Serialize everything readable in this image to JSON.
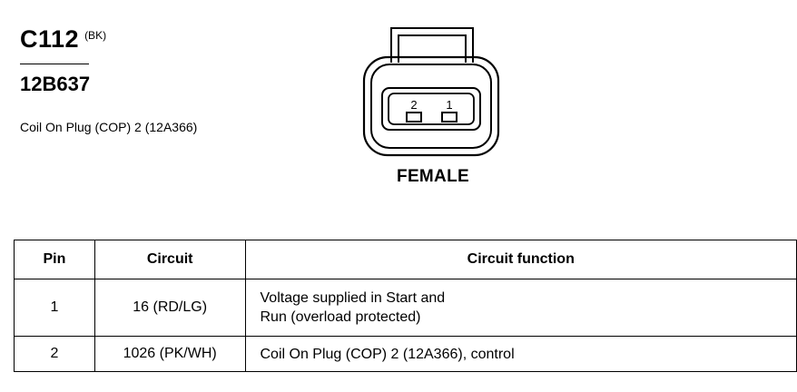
{
  "connector": {
    "code": "C112",
    "color": "(BK)",
    "part_number": "12B637",
    "description": "Coil On Plug (COP) 2 (12A366)"
  },
  "drawing": {
    "pin_labels": [
      "2",
      "1"
    ],
    "view_label": "FEMALE"
  },
  "table": {
    "headers": {
      "pin": "Pin",
      "circuit": "Circuit",
      "function": "Circuit function"
    },
    "rows": [
      {
        "pin": "1",
        "circuit": "16 (RD/LG)",
        "function_lines": [
          "Voltage supplied in Start and",
          "Run (overload protected)"
        ]
      },
      {
        "pin": "2",
        "circuit": "1026 (PK/WH)",
        "function_lines": [
          "Coil On Plug (COP) 2 (12A366), control"
        ]
      }
    ]
  }
}
